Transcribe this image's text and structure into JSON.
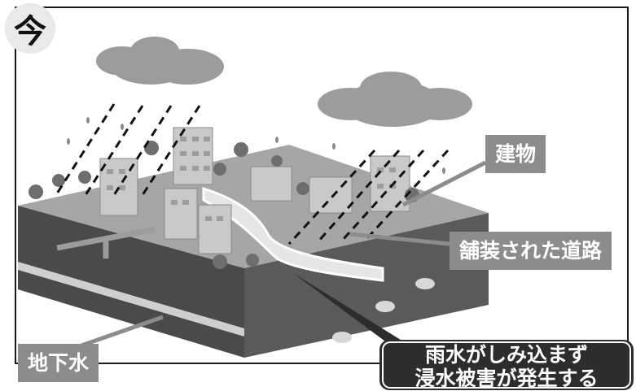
{
  "badge": {
    "text": "今"
  },
  "labels": {
    "building": "建物",
    "road": "舗装された道路",
    "groundwater": "地下水"
  },
  "callout": {
    "line1": "雨水がしみ込まず",
    "line2": "浸水被害が発生する"
  },
  "colors": {
    "label_bg": "#8c8c8c",
    "callout_bg": "#2d2d2d",
    "cloud": "#9a9a9a",
    "soil": "#4a4a4a",
    "surface": "#a8a8a8"
  },
  "icons": [
    "cloud-icon",
    "rain-icon",
    "building-icon",
    "tree-icon",
    "pipe-icon"
  ]
}
